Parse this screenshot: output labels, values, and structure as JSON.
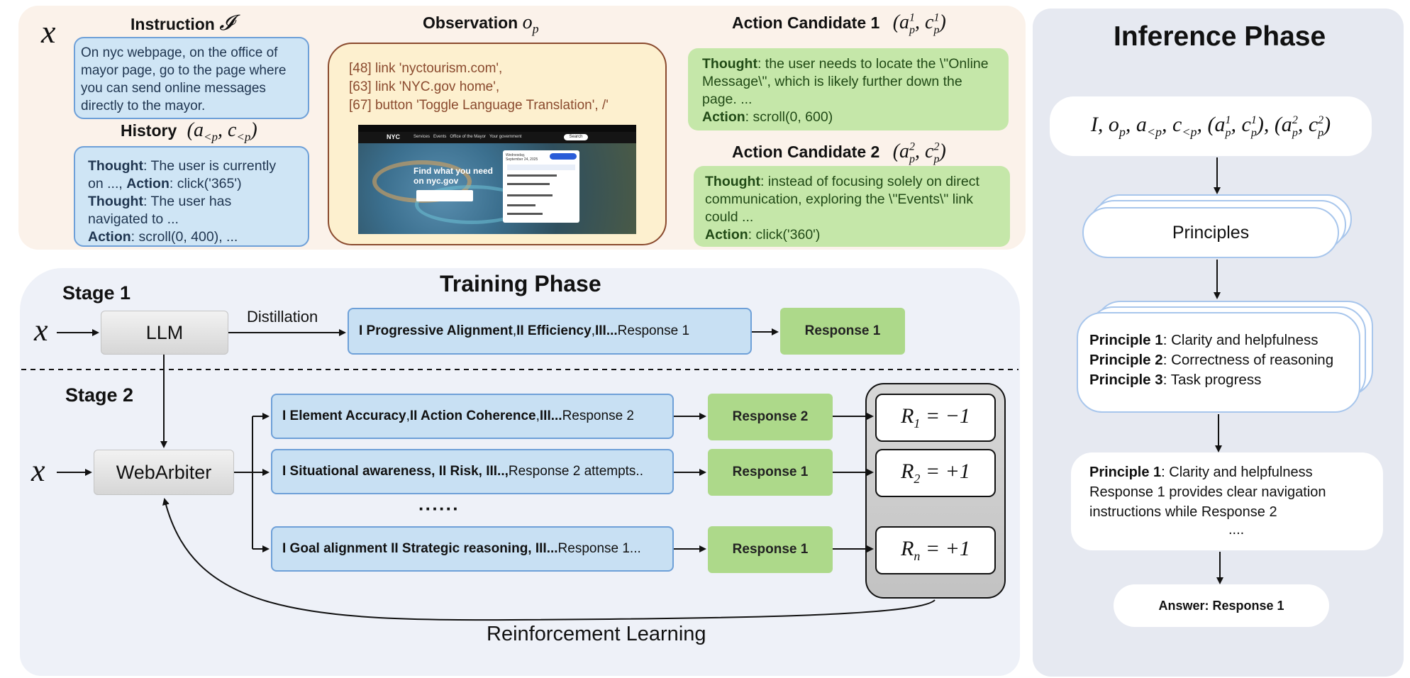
{
  "top": {
    "x_symbol": "x",
    "instruction": {
      "title": "Instruction",
      "symbol": "𝓘",
      "text": "On nyc webpage, on the office of mayor page, go to the page where you can send online messages directly to the mayor."
    },
    "history": {
      "title": "History",
      "symbol": "(a<p, c<p)",
      "lines": [
        {
          "bold": "Thought",
          "text": ": The user is currently"
        },
        {
          "pre": "on ..., ",
          "bold": "Action",
          "text": ": click('365')"
        },
        {
          "bold": "Thought",
          "text": ": The user has"
        },
        {
          "text": "navigated to ..."
        },
        {
          "bold": "Action",
          "text": ": scroll(0, 400), ..."
        }
      ]
    },
    "observation": {
      "title": "Observation",
      "symbol": "o_p",
      "lines": [
        "[48] link 'nyctourism.com',",
        "[63] link 'NYC.gov home',",
        "[67] button 'Toggle Language Translation', /'"
      ],
      "screenshot": {
        "brand": "NYC",
        "headline": "Find what you need on nyc.gov",
        "nav": [
          "Services",
          "Events",
          "Office of the Mayor",
          "Your government"
        ],
        "date_line": "Wednesday, September 24, 2025",
        "button": "Search"
      }
    },
    "candidate1": {
      "title": "Action Candidate 1",
      "symbol": "(a¹p, c¹p)",
      "thought_label": "Thought",
      "thought": ":  the user needs to locate the \\\"Online Message\\\", which is likely further down the page. ...",
      "action_label": "Action",
      "action": ": scroll(0, 600)"
    },
    "candidate2": {
      "title": "Action Candidate 2",
      "symbol": "(a²p, c²p)",
      "thought_label": "Thought",
      "thought": ":  instead of focusing solely on direct communication, exploring the \\\"Events\\\" link could ...",
      "action_label": "Action",
      "action": ": click('360')"
    }
  },
  "training": {
    "title": "Training Phase",
    "stage1": {
      "label": "Stage 1",
      "x_symbol": "x",
      "llm": "LLM",
      "edge_label": "Distillation",
      "principles_bold": "I Progressive Alignment",
      "principles_mid": ", ",
      "principles_bold2": "II Efficiency",
      "principles_mid2": ", ",
      "principles_bold3": "III...",
      "principles_tail": "  Response 1",
      "response": "Response 1"
    },
    "stage2": {
      "label": "Stage 2",
      "x_symbol": "x",
      "model": "WebArbiter",
      "rows": [
        {
          "b1": "I Element Accuracy",
          "m1": ", ",
          "b2": "II Action Coherence",
          "m2": ", ",
          "b3": "III...",
          "tail": "  Response 2",
          "response": "Response 2",
          "reward": "R₁ = −1"
        },
        {
          "b1": "I Situational awareness, II Risk, III..,",
          "m1": "",
          "b2": "",
          "m2": "",
          "b3": "",
          "tail": " Response 2 attempts..",
          "response": "Response 1",
          "reward": "R₂ = +1"
        },
        {
          "b1": "I Goal alignment II Strategic reasoning, III...",
          "m1": "",
          "b2": "",
          "m2": "",
          "b3": "",
          "tail": "Response 1...",
          "response": "Response 1",
          "reward": "Rₙ = +1"
        }
      ],
      "ellipsis": "······",
      "rl_label": "Reinforcement Learning"
    }
  },
  "inference": {
    "title": "Inference Phase",
    "input": "I, o_p, a<p, c<p, (a¹p, c¹p), (a²p, c²p)",
    "principles_card": "Principles",
    "list": [
      {
        "bold": "Principle 1",
        "text": ": Clarity and helpfulness"
      },
      {
        "bold": "Principle 2",
        "text": ": Correctness of reasoning"
      },
      {
        "bold": "Principle 3",
        "text": ": Task progress"
      }
    ],
    "judgement": {
      "bold": "Principle 1",
      "text": ": Clarity and helpfulness",
      "lines": [
        "Response 1 provides clear navigation",
        "instructions while Response 2",
        "...."
      ]
    },
    "answer": "Answer: Response 1"
  },
  "colors": {
    "blue_fill": "#cfe5f5",
    "blue_border": "#6ea0d8",
    "green_fill": "#c5e7a9",
    "obs_border": "#8a4a2e"
  }
}
